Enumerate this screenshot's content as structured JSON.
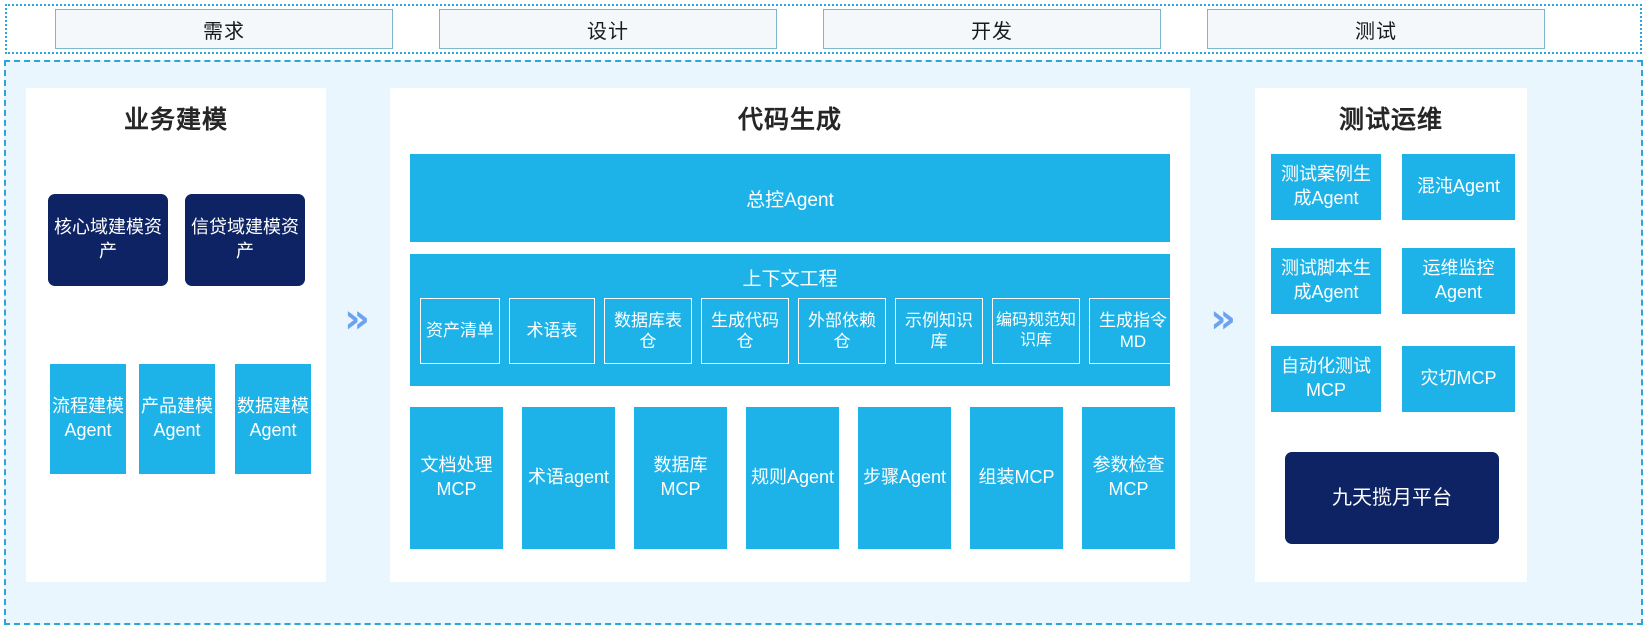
{
  "phases": [
    {
      "label": "需求"
    },
    {
      "label": "设计"
    },
    {
      "label": "开发"
    },
    {
      "label": "测试"
    }
  ],
  "separators": {
    "left_chevron": "»",
    "right_chevron": "»"
  },
  "business_modeling": {
    "title": "业务建模",
    "assets": [
      {
        "label": "核心域建模资产"
      },
      {
        "label": "信贷域建模资产"
      }
    ],
    "agents": [
      {
        "label": "流程建模Agent"
      },
      {
        "label": "产品建模Agent"
      },
      {
        "label": "数据建模Agent"
      }
    ]
  },
  "code_generation": {
    "title": "代码生成",
    "master_agent": "总控Agent",
    "context_engineering": {
      "title": "上下文工程",
      "items": [
        {
          "label": "资产清单"
        },
        {
          "label": "术语表"
        },
        {
          "label": "数据库表仓"
        },
        {
          "label": "生成代码仓"
        },
        {
          "label": "外部依赖仓"
        },
        {
          "label": "示例知识库"
        },
        {
          "label": "编码规范知识库"
        },
        {
          "label": "生成指令MD"
        }
      ]
    },
    "tools": [
      {
        "label": "文档处理MCP"
      },
      {
        "label": "术语agent"
      },
      {
        "label": "数据库MCP"
      },
      {
        "label": "规则Agent"
      },
      {
        "label": "步骤Agent"
      },
      {
        "label": "组装MCP"
      },
      {
        "label": "参数检查MCP"
      }
    ]
  },
  "test_ops": {
    "title": "测试运维",
    "items": [
      {
        "label": "测试案例生成Agent"
      },
      {
        "label": "混沌Agent"
      },
      {
        "label": "测试脚本生成Agent"
      },
      {
        "label": "运维监控Agent"
      },
      {
        "label": "自动化测试MCP"
      },
      {
        "label": "灾切MCP"
      }
    ],
    "platform": {
      "label": "九天揽月平台"
    }
  },
  "colors": {
    "cyan": "#1db3e8",
    "navy": "#0d2364",
    "region_bg": "#eaf6fd",
    "dashed_border": "#2aa7d8",
    "chevron": "#6ba3f0",
    "phase_box_bg": "#f4f8fb",
    "phase_box_border": "#7fb6cc"
  }
}
